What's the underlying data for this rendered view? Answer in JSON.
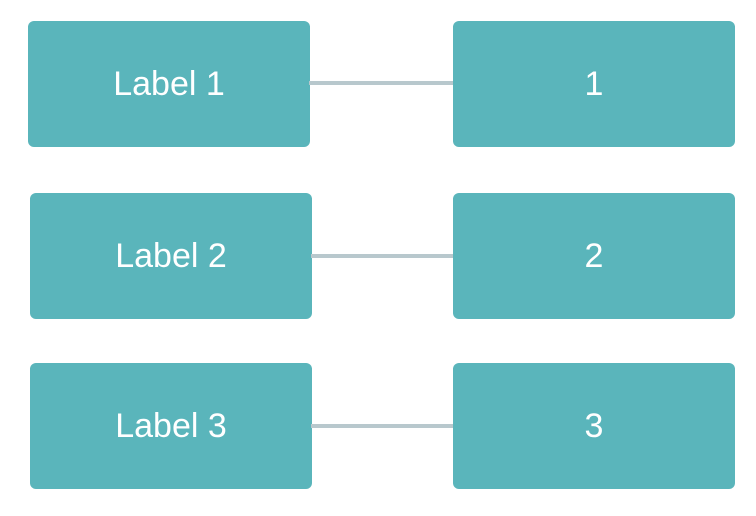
{
  "diagram": {
    "rows": [
      {
        "label": "Label 1",
        "value": "1"
      },
      {
        "label": "Label 2",
        "value": "2"
      },
      {
        "label": "Label 3",
        "value": "3"
      }
    ]
  },
  "colors": {
    "box_fill": "#5ab5bb",
    "connector": "#b8c8cd",
    "text": "#ffffff",
    "background": "#ffffff"
  }
}
